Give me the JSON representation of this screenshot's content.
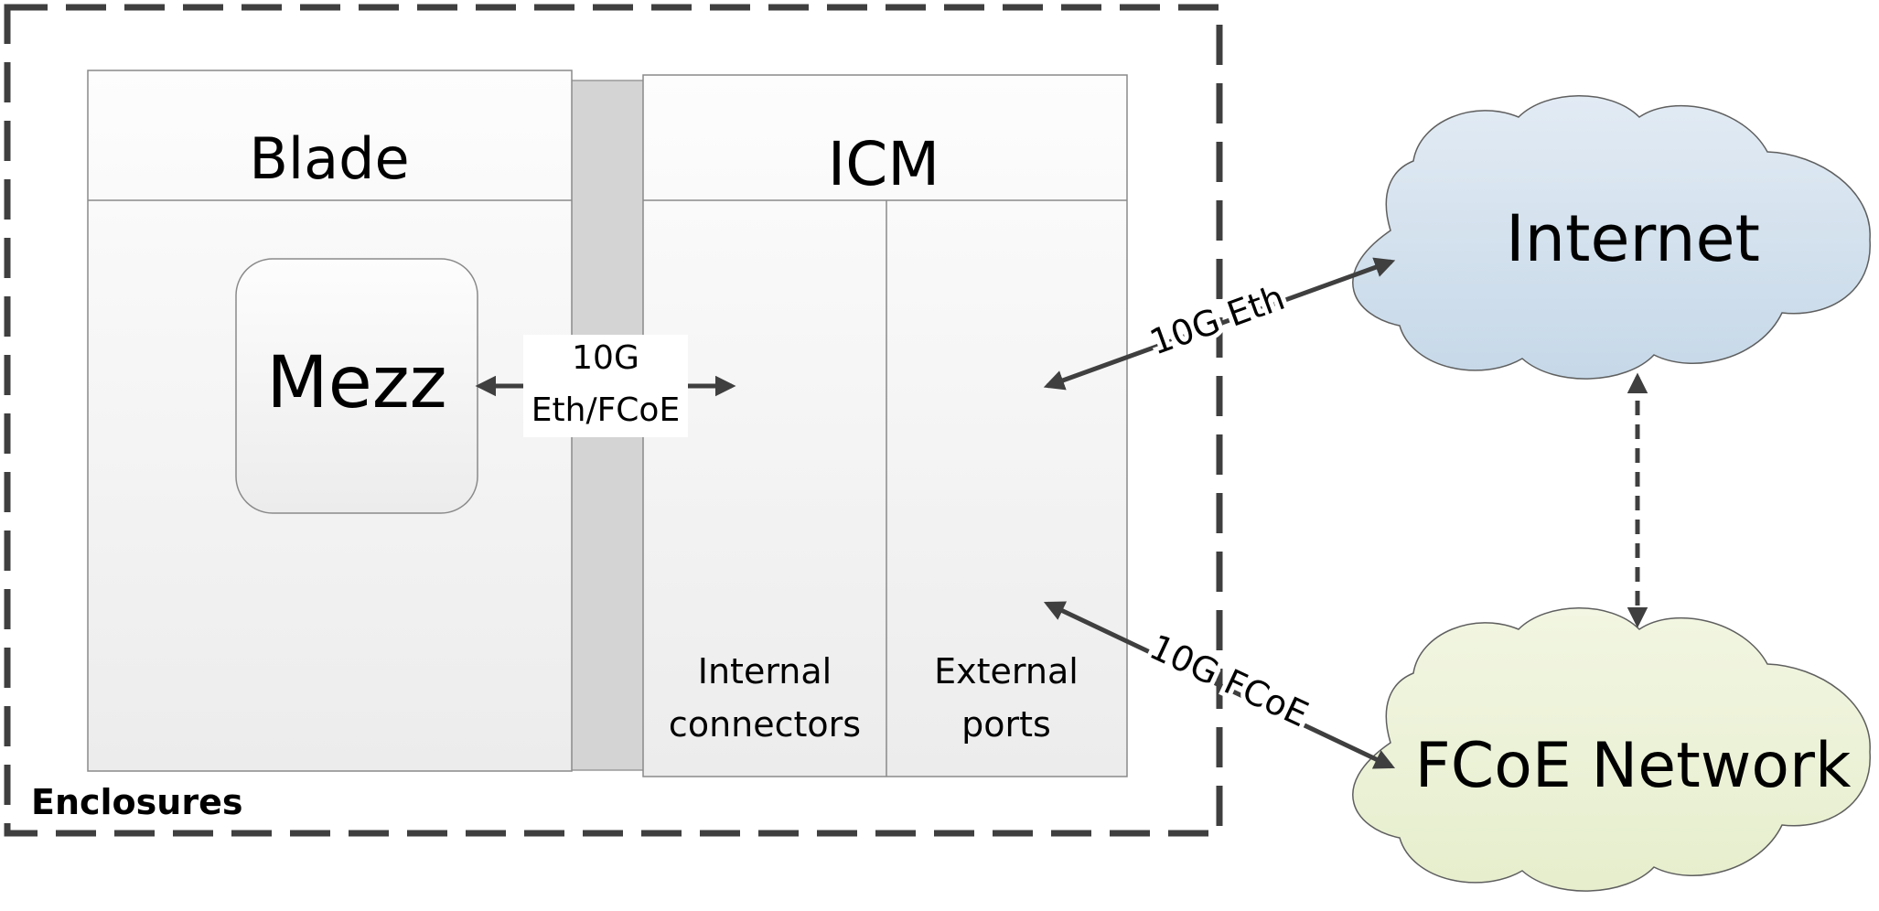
{
  "diagram": {
    "enclosure_label": "Enclosures",
    "blade": {
      "title": "Blade",
      "mezz": "Mezz"
    },
    "icm": {
      "title": "ICM",
      "internal_line1": "Internal",
      "internal_line2": "connectors",
      "external_line1": "External",
      "external_line2": "ports"
    },
    "link_mezz_icm": {
      "line1": "10G",
      "line2": "Eth/FCoE"
    },
    "link_internet": "10G Eth",
    "link_fcoe": "10G FCoE",
    "clouds": {
      "internet": "Internet",
      "fcoe": "FCoE Network"
    }
  },
  "colors": {
    "line": "#3f3f3f",
    "box_fill_top": "#fbfbfb",
    "box_fill_bottom": "#eeeeee",
    "midplane": "#d4d4d4",
    "internet_cloud": "#cfdeeb",
    "fcoe_cloud": "#eef3dc"
  }
}
